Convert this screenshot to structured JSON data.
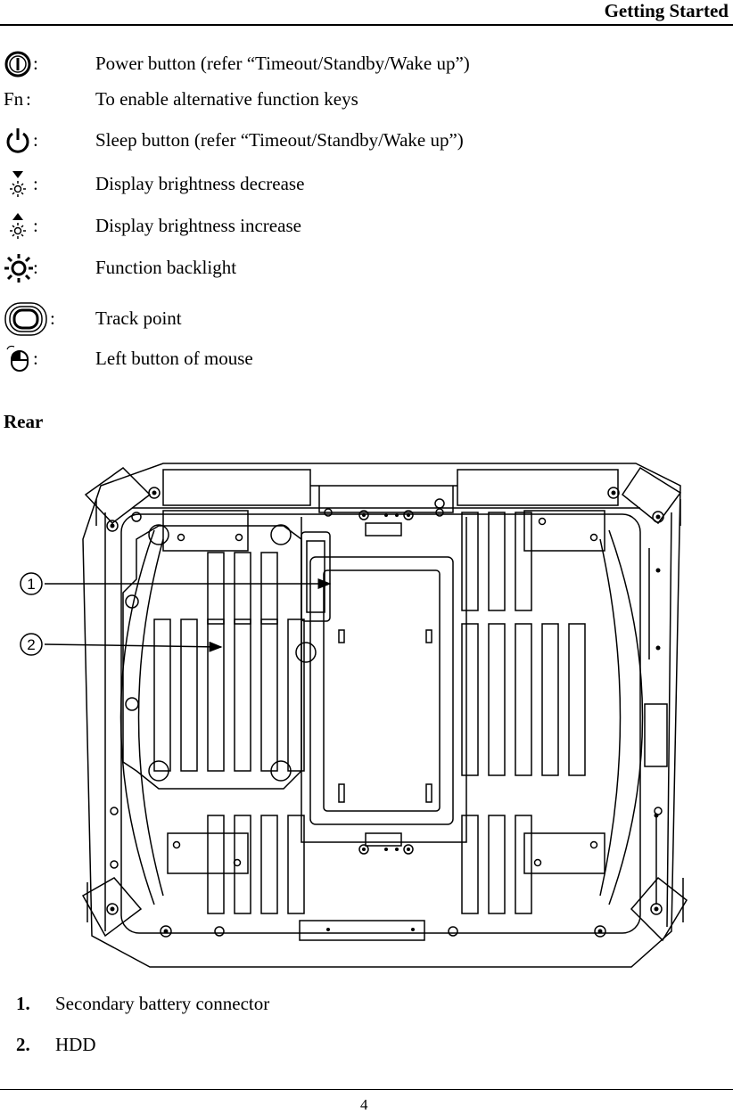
{
  "header": {
    "title": "Getting Started"
  },
  "keys": [
    {
      "icon": "power-button-icon",
      "label": "",
      "colon": ":",
      "desc": "Power button (refer “Timeout/Standby/Wake up”)"
    },
    {
      "icon": "",
      "label": "Fn",
      "colon": ":",
      "desc": "To enable alternative function keys"
    },
    {
      "icon": "sleep-button-icon",
      "label": "",
      "colon": ":",
      "desc": "Sleep button (refer “Timeout/Standby/Wake up”)"
    },
    {
      "icon": "brightness-decrease-icon",
      "label": "",
      "colon": ":",
      "desc": "Display brightness decrease"
    },
    {
      "icon": "brightness-increase-icon",
      "label": "",
      "colon": ":",
      "desc": "Display brightness increase"
    },
    {
      "icon": "function-backlight-icon",
      "label": "",
      "colon": ":",
      "desc": "Function backlight"
    },
    {
      "icon": "track-point-icon",
      "label": "",
      "colon": ":",
      "desc": "Track point"
    },
    {
      "icon": "mouse-left-button-icon",
      "label": "",
      "colon": ":",
      "desc": "Left button of mouse"
    }
  ],
  "section": {
    "title": "Rear"
  },
  "figure": {
    "callout_1": "1",
    "callout_2": "2"
  },
  "list": [
    {
      "num": "1.",
      "text": "Secondary battery connector"
    },
    {
      "num": "2.",
      "text": "HDD"
    }
  ],
  "footer": {
    "page_number": "4"
  }
}
